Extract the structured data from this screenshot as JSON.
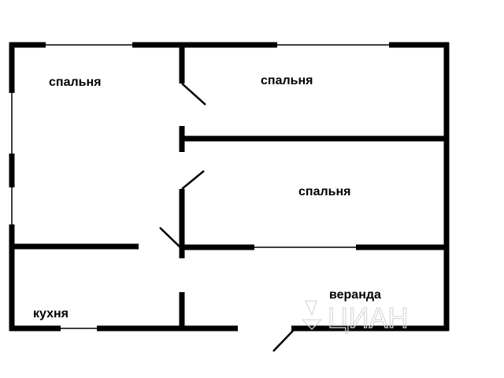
{
  "rooms": {
    "bedroom_1": "спальня",
    "bedroom_2": "спальня",
    "bedroom_3": "спальня",
    "kitchen": "кухня",
    "veranda": "веранда"
  },
  "watermark": {
    "text": "ЦИАН",
    "icon": "cian-logo-icon",
    "color": "#d9d9d9"
  },
  "colors": {
    "wall": "#000000",
    "background": "#ffffff"
  }
}
